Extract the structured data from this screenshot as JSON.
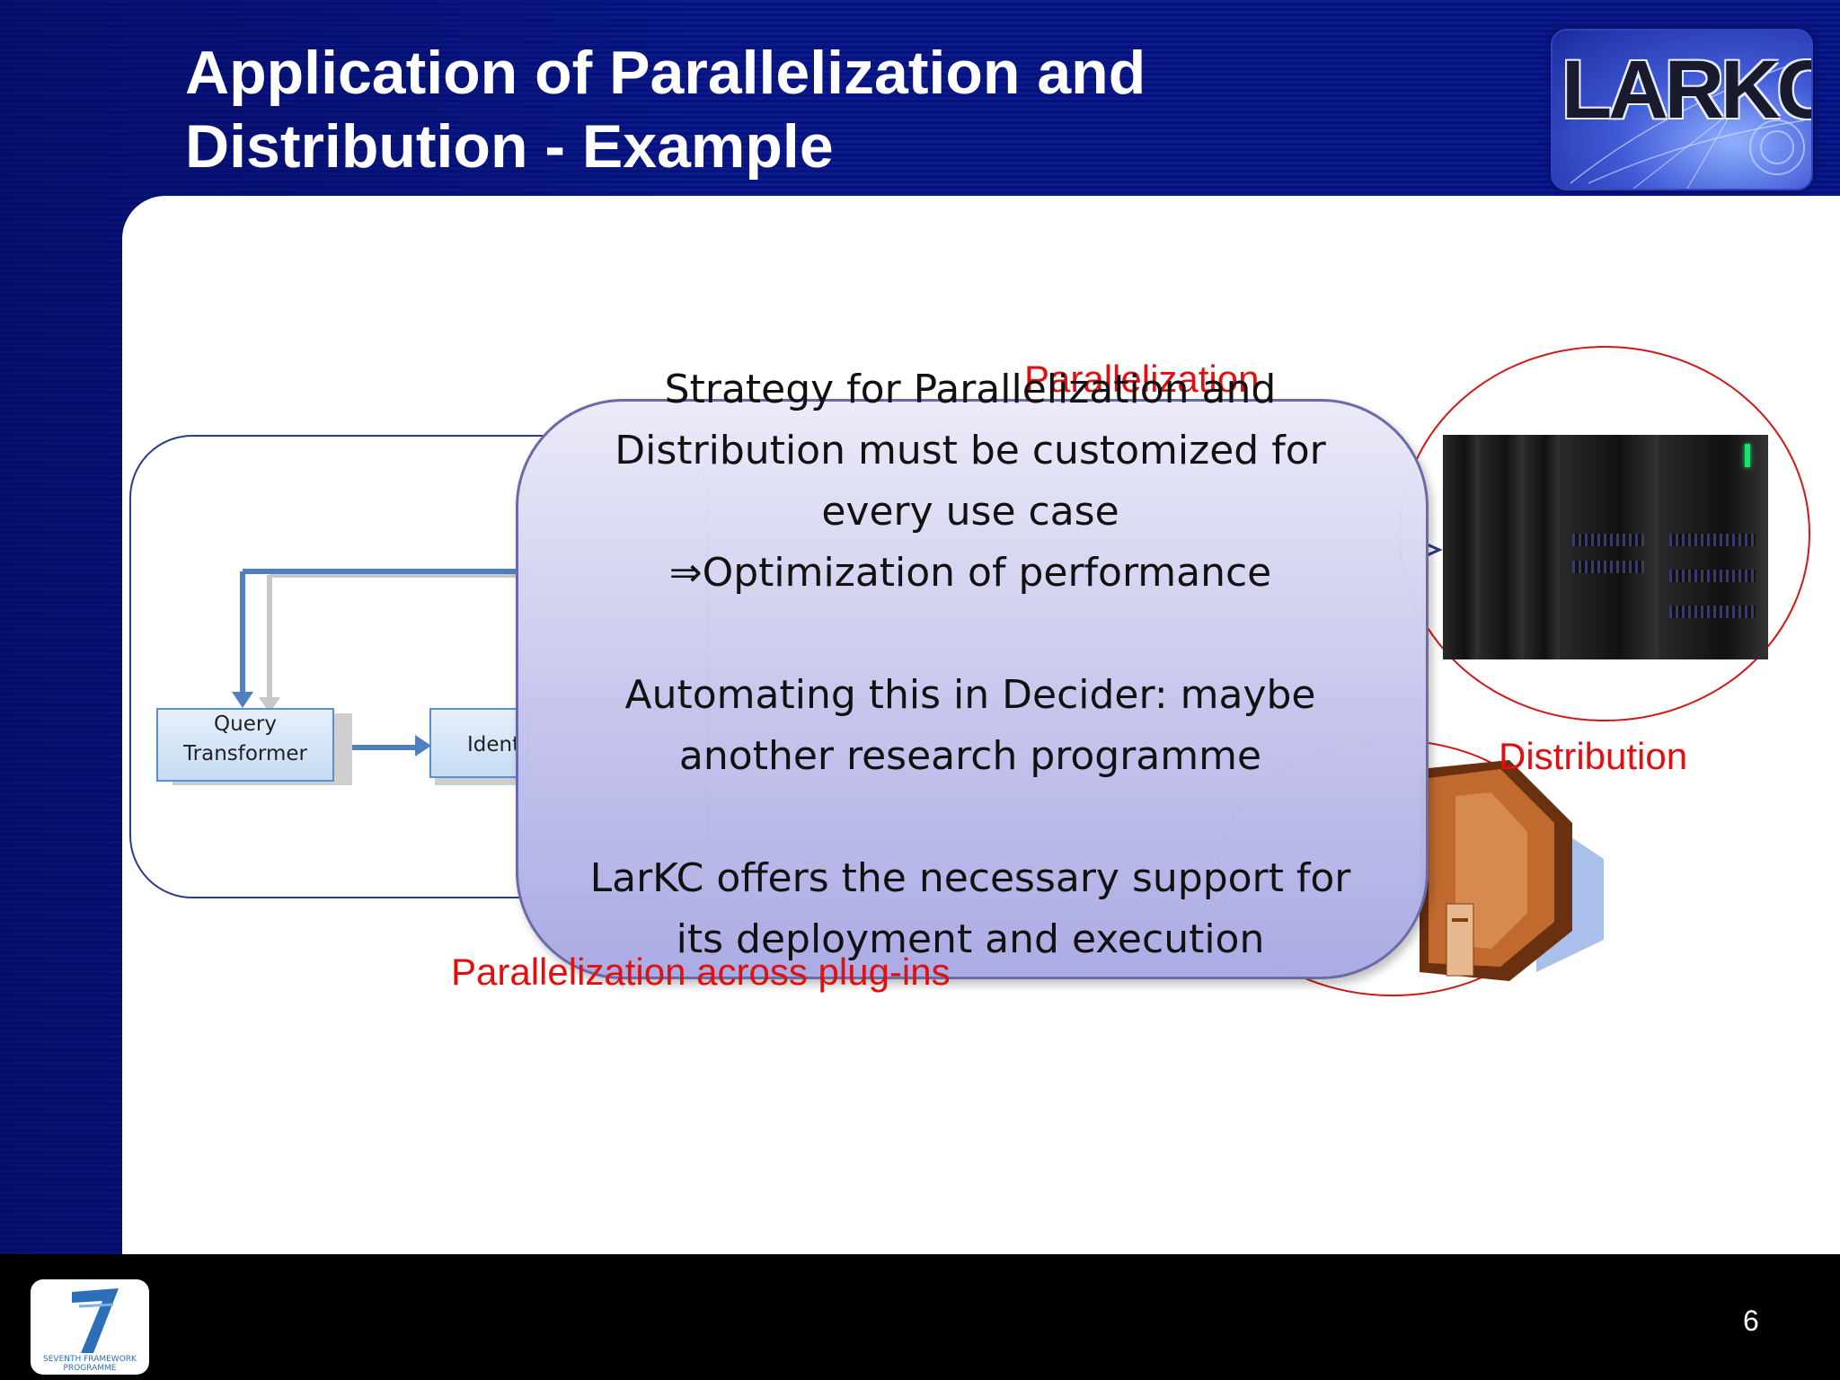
{
  "title": {
    "line1": "Application of Parallelization and",
    "line2": "Distribution - Example"
  },
  "logo": {
    "text": "LARKC"
  },
  "diagram": {
    "box_query": {
      "line1": "Query",
      "line2": "Transformer"
    },
    "box_identify": {
      "label": "Ident"
    },
    "label_parallelization_top": "Parallelization",
    "label_distribution": "Distribution",
    "label_parallelization_bottom": "Parallelization across plug-ins"
  },
  "callout": {
    "lines": [
      "Strategy for Parallelization and",
      "Distribution must be customized for",
      "every use case",
      "⇒Optimization of performance",
      "",
      "Automating this in Decider: maybe",
      "another research programme",
      "",
      "LarKC offers the necessary support for",
      "its deployment and execution"
    ]
  },
  "footer": {
    "fp7_caption": "SEVENTH FRAMEWORK PROGRAMME",
    "page_number": "6"
  },
  "colors": {
    "background_blue": "#0a1a8e",
    "accent_red": "#e01010",
    "box_border": "#5a8fd0",
    "callout_fill": "#c4c4ec"
  }
}
